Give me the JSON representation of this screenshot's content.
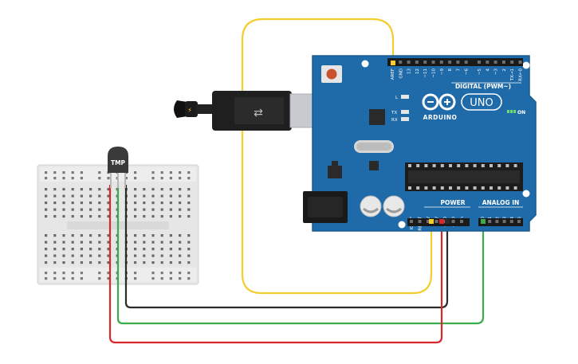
{
  "sensor": {
    "label": "TMP"
  },
  "arduino": {
    "brand": "ARDUINO",
    "model": "UNO",
    "digital_header": "DIGITAL (PWM~)",
    "power_header": "POWER",
    "analog_header": "ANALOG IN",
    "on_label": "ON",
    "led_l": "L",
    "led_tx": "TX",
    "led_rx": "RX",
    "top_pins": [
      "AREF",
      "GND",
      "13",
      "12",
      "~11",
      "~10",
      "~9",
      "8",
      "7",
      "~6",
      "~5",
      "4",
      "~3",
      "2",
      "TX→1",
      "RX←0"
    ],
    "power_pins": [
      "IOREF",
      "RESET",
      "3.3V",
      "5V",
      "GND",
      "GND",
      "Vin"
    ],
    "analog_pins": [
      "A0",
      "A1",
      "A2",
      "A3",
      "A4",
      "A5"
    ]
  },
  "wires": [
    {
      "name": "yellow",
      "color": "#f5cd2e"
    },
    {
      "name": "black",
      "color": "#2b2b2b"
    },
    {
      "name": "green",
      "color": "#3aac4a"
    },
    {
      "name": "red",
      "color": "#d9262b"
    }
  ],
  "colors": {
    "board": "#1f6aa8",
    "board_edge": "#175c93",
    "breadboard": "#eaeaea",
    "cable": "#2a2a2a",
    "usb_metal": "#c8ccd0"
  }
}
